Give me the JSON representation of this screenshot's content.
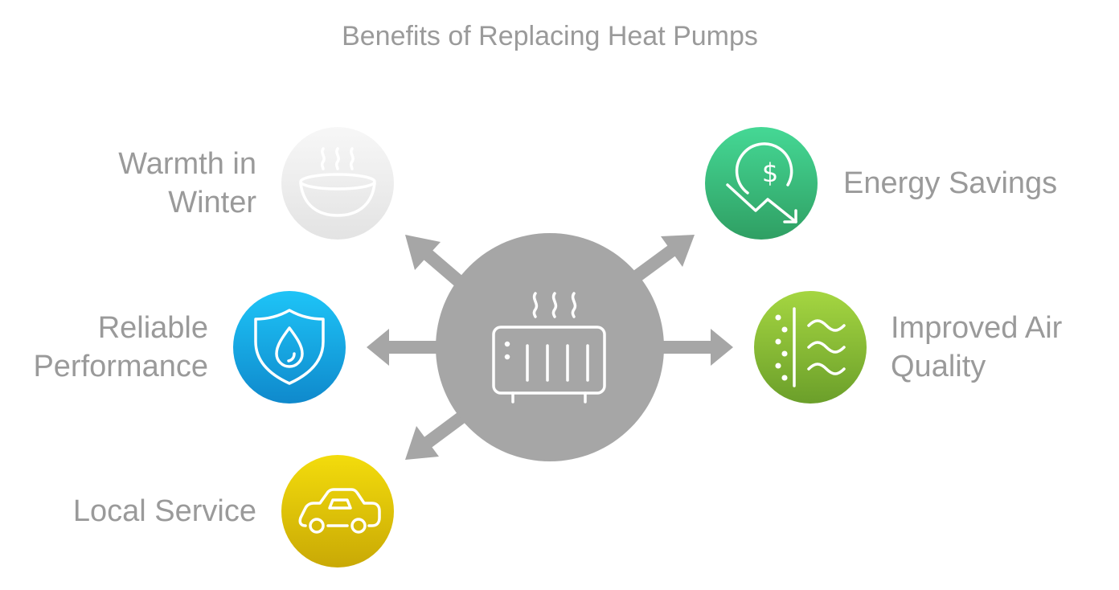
{
  "title": "Benefits of Replacing Heat Pumps",
  "center": {
    "icon": "radiator-heat-icon",
    "color": "#a6a6a6"
  },
  "benefits": [
    {
      "id": "warmth",
      "label_lines": [
        "Warmth in",
        "Winter"
      ],
      "icon": "soup-bowl-steam-icon",
      "color_top": "#f7f7f7",
      "color_bottom": "#e3e3e3"
    },
    {
      "id": "energy",
      "label_lines": [
        "Energy Savings"
      ],
      "icon": "dollar-down-arrow-icon",
      "color_top": "#45d895",
      "color_bottom": "#2f9f63"
    },
    {
      "id": "reliable",
      "label_lines": [
        "Reliable",
        "Performance"
      ],
      "icon": "shield-water-drop-icon",
      "color_top": "#1ec4f7",
      "color_bottom": "#0f89cc"
    },
    {
      "id": "air",
      "label_lines": [
        "Improved Air",
        "Quality"
      ],
      "icon": "air-filter-waves-icon",
      "color_top": "#a5d641",
      "color_bottom": "#6b9f2a"
    },
    {
      "id": "service",
      "label_lines": [
        "Local Service"
      ],
      "icon": "car-icon",
      "color_top": "#f3dc0c",
      "color_bottom": "#c9a905"
    }
  ]
}
